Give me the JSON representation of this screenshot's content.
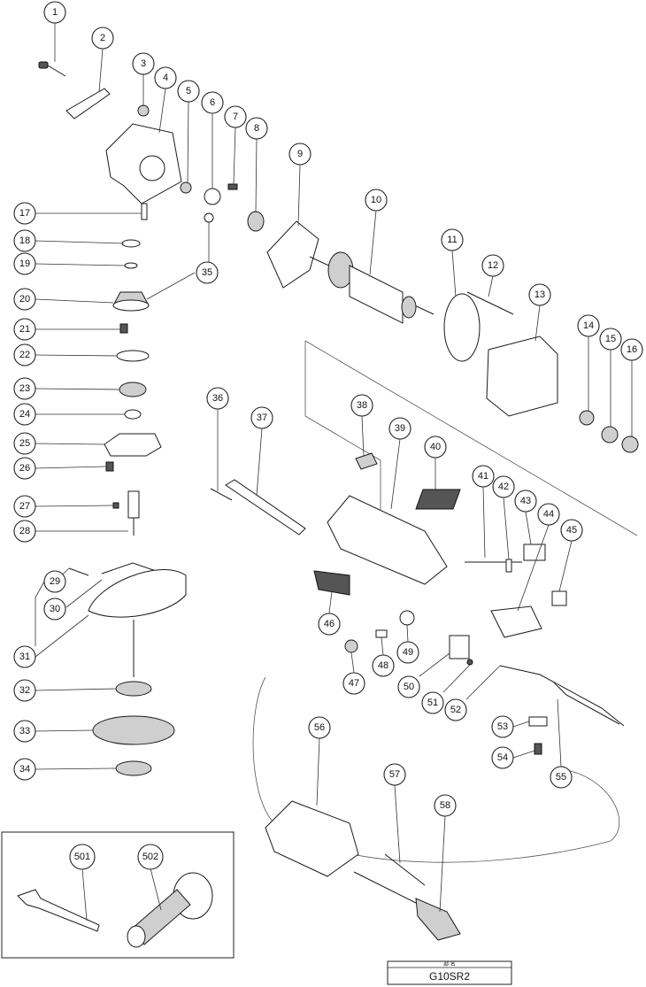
{
  "model_label": "G10SR2",
  "title_header": "部 名",
  "callouts": [
    "1",
    "2",
    "3",
    "4",
    "5",
    "6",
    "7",
    "8",
    "9",
    "10",
    "11",
    "12",
    "13",
    "14",
    "15",
    "16",
    "17",
    "18",
    "19",
    "20",
    "21",
    "22",
    "23",
    "24",
    "25",
    "26",
    "27",
    "28",
    "29",
    "30",
    "31",
    "32",
    "33",
    "34",
    "35",
    "36",
    "37",
    "38",
    "39",
    "40",
    "41",
    "42",
    "43",
    "44",
    "45",
    "46",
    "47",
    "48",
    "49",
    "50",
    "51",
    "52",
    "53",
    "54",
    "55",
    "56",
    "57",
    "58",
    "501",
    "502"
  ]
}
